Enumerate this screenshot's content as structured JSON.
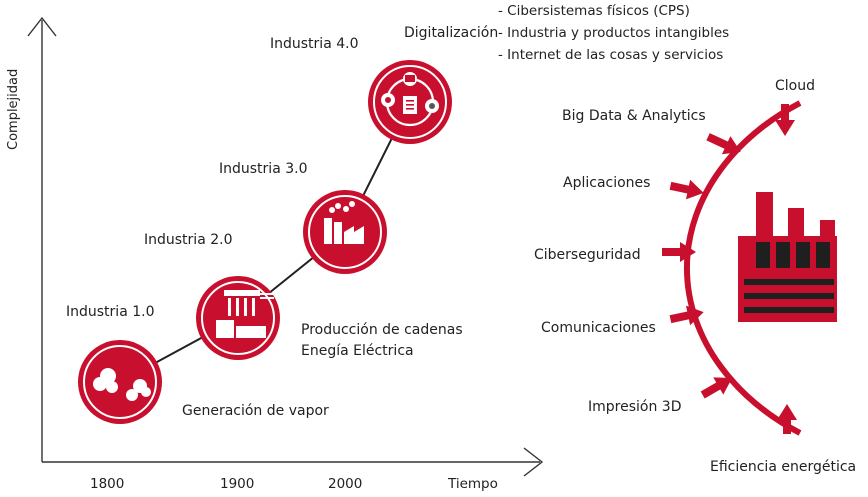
{
  "axis": {
    "y_label": "Complejidad",
    "x_label": "Tiempo",
    "x_ticks": [
      "1800",
      "1900",
      "2000"
    ]
  },
  "stages": [
    {
      "name": "Industria 1.0",
      "description": "Generación de vapor",
      "icon": "steam-icon"
    },
    {
      "name": "Industria 2.0",
      "description_lines": [
        "Producción de cadenas",
        "Enegía Eléctrica"
      ],
      "icon": "assembly-line-icon"
    },
    {
      "name": "Industria 3.0",
      "icon": "factory-icon"
    },
    {
      "name": "Industria 4.0",
      "icon": "connected-cycle-icon"
    }
  ],
  "digitalization": {
    "label": "Digitalización",
    "items": [
      "- Cibersistemas físicos (CPS)",
      "- Industria y productos intangibles",
      "- Internet de las cosas y servicios"
    ]
  },
  "technologies": [
    "Cloud",
    "Big Data & Analytics",
    "Aplicaciones",
    "Ciberseguridad",
    "Comunicaciones",
    "Impresión 3D",
    "Eficiencia energética"
  ],
  "colors": {
    "accent": "#c8102e",
    "accent_dark": "#8b0a1f",
    "axis": "#333333",
    "text": "#222222",
    "dark_block": "#1f1f1f"
  }
}
